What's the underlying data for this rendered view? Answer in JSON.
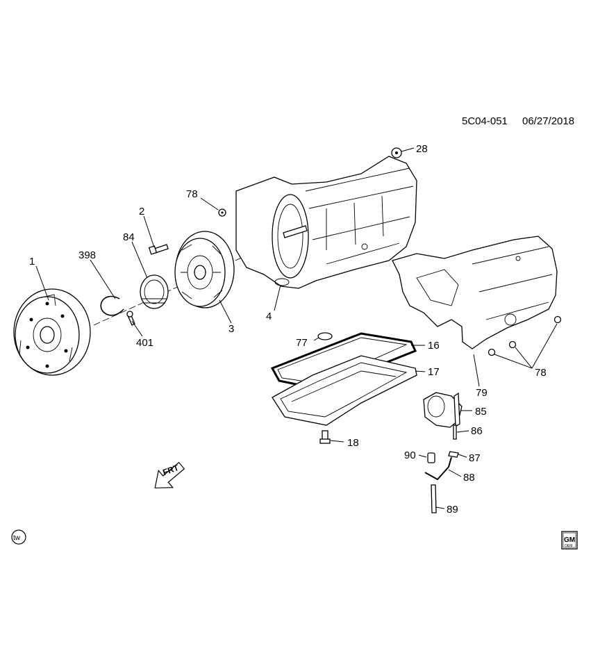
{
  "header": {
    "diagram_code": "5C04-051",
    "date": "06/27/2018"
  },
  "callouts": {
    "c1": "1",
    "c398": "398",
    "c84": "84",
    "c2": "2",
    "c401": "401",
    "c3": "3",
    "c78a": "78",
    "c4": "4",
    "c28": "28",
    "c77": "77",
    "c16": "16",
    "c17": "17",
    "c18": "18",
    "c79": "79",
    "c78b": "78",
    "c85": "85",
    "c86": "86",
    "c90": "90",
    "c87": "87",
    "c88": "88",
    "c89": "89"
  },
  "frt_label": "FRT",
  "tw_badge": "tw",
  "gm_logo": {
    "brand": "GM",
    "sub": "OEM"
  },
  "icons": [
    "front-direction-arrow-icon",
    "tw-circle-icon",
    "gm-logo-icon"
  ]
}
